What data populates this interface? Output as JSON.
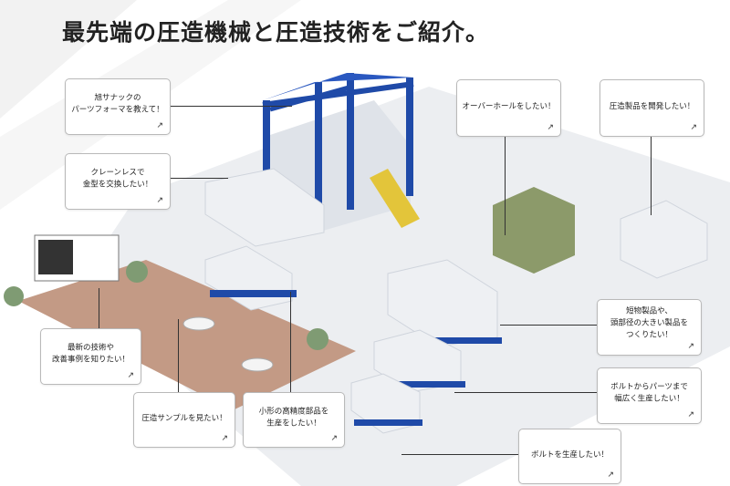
{
  "heading": "最先端の圧造機械と圧造技術をご紹介。",
  "callouts": [
    {
      "id": "parts-former",
      "text": "旭サナックの\nパーツフォーマを教えて！"
    },
    {
      "id": "craneless",
      "text": "クレーンレスで\n金型を交換したい！"
    },
    {
      "id": "overhaul",
      "text": "オーバーホールをしたい！"
    },
    {
      "id": "develop",
      "text": "圧造製品を開発したい！"
    },
    {
      "id": "latest-tech",
      "text": "最新の技術や\n改善事例を知りたい！"
    },
    {
      "id": "short-products",
      "text": "短物製品や、\n頭部径の大きい製品を\nつくりたい！"
    },
    {
      "id": "bolt-parts",
      "text": "ボルトからパーツまで\n幅広く生産したい！"
    },
    {
      "id": "samples",
      "text": "圧造サンプルを見たい！"
    },
    {
      "id": "small-precision",
      "text": "小形の高精度部品を\n生産をしたい！"
    },
    {
      "id": "bolts",
      "text": "ボルトを生産したい！"
    }
  ],
  "arrow_glyph": "↗",
  "colors": {
    "frame_blue": "#1f4aa8",
    "machine_white": "#eef0f3",
    "machine_shadow": "#cfd4dc",
    "overhaul_green": "#8c9a6a",
    "floor_wood": "#c39a85",
    "stair_yellow": "#e3c53a"
  }
}
